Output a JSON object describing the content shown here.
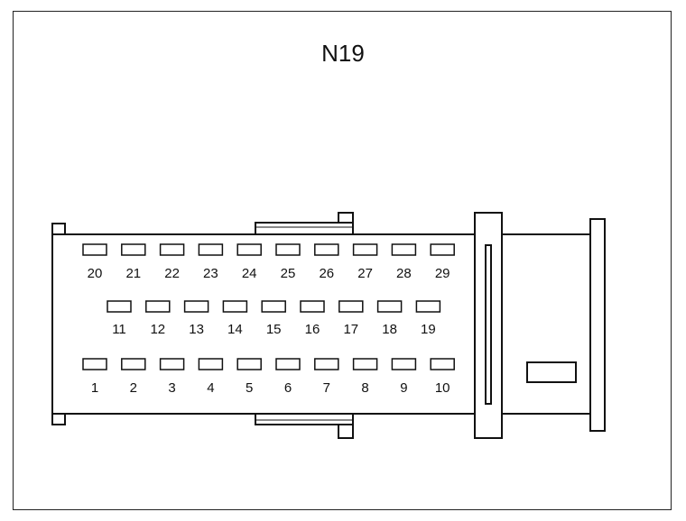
{
  "connector": {
    "title": "N19",
    "pins_top": [
      "20",
      "21",
      "22",
      "23",
      "24",
      "25",
      "26",
      "27",
      "28",
      "29"
    ],
    "pins_middle": [
      "11",
      "12",
      "13",
      "14",
      "15",
      "16",
      "17",
      "18",
      "19"
    ],
    "pins_bottom": [
      "1",
      "2",
      "3",
      "4",
      "5",
      "6",
      "7",
      "8",
      "9",
      "10"
    ]
  }
}
